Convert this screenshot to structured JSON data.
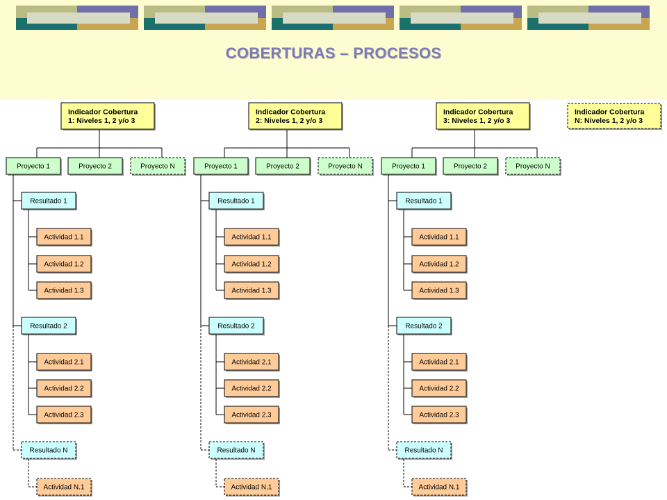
{
  "title": "COBERTURAS – PROCESOS",
  "colors": {
    "header_bg": "#fefdd2",
    "indicator_fill": "#ffff99",
    "project_fill": "#ccffcc",
    "result_fill": "#ccffff",
    "activity_fill": "#ffcc99",
    "title_color": "#7b7bb8"
  },
  "indicators": [
    {
      "line1": "Indicador Cobertura",
      "line2": "1: Niveles 1, 2 y/o 3",
      "dashed": false,
      "expanded": true
    },
    {
      "line1": "Indicador Cobertura",
      "line2": "2: Niveles 1, 2 y/o 3",
      "dashed": false,
      "expanded": true
    },
    {
      "line1": "Indicador Cobertura",
      "line2": "3: Niveles 1, 2 y/o 3",
      "dashed": false,
      "expanded": true
    },
    {
      "line1": "Indicador Cobertura",
      "line2": "N: Niveles 1, 2 y/o 3",
      "dashed": true,
      "expanded": false
    }
  ],
  "projects": [
    {
      "label": "Proyecto 1",
      "dashed": false
    },
    {
      "label": "Proyecto 2",
      "dashed": false
    },
    {
      "label": "Proyecto N",
      "dashed": true
    }
  ],
  "results": [
    {
      "label": "Resultado 1",
      "dashed": false,
      "activities": [
        "Actividad 1.1",
        "Actividad 1.2",
        "Actividad 1.3"
      ]
    },
    {
      "label": "Resultado 2",
      "dashed": false,
      "activities": [
        "Actividad 2.1",
        "Actividad 2.2",
        "Actividad 2.3"
      ]
    },
    {
      "label": "Resultado N",
      "dashed": true,
      "activities": [
        "Actividad N.1"
      ]
    }
  ]
}
